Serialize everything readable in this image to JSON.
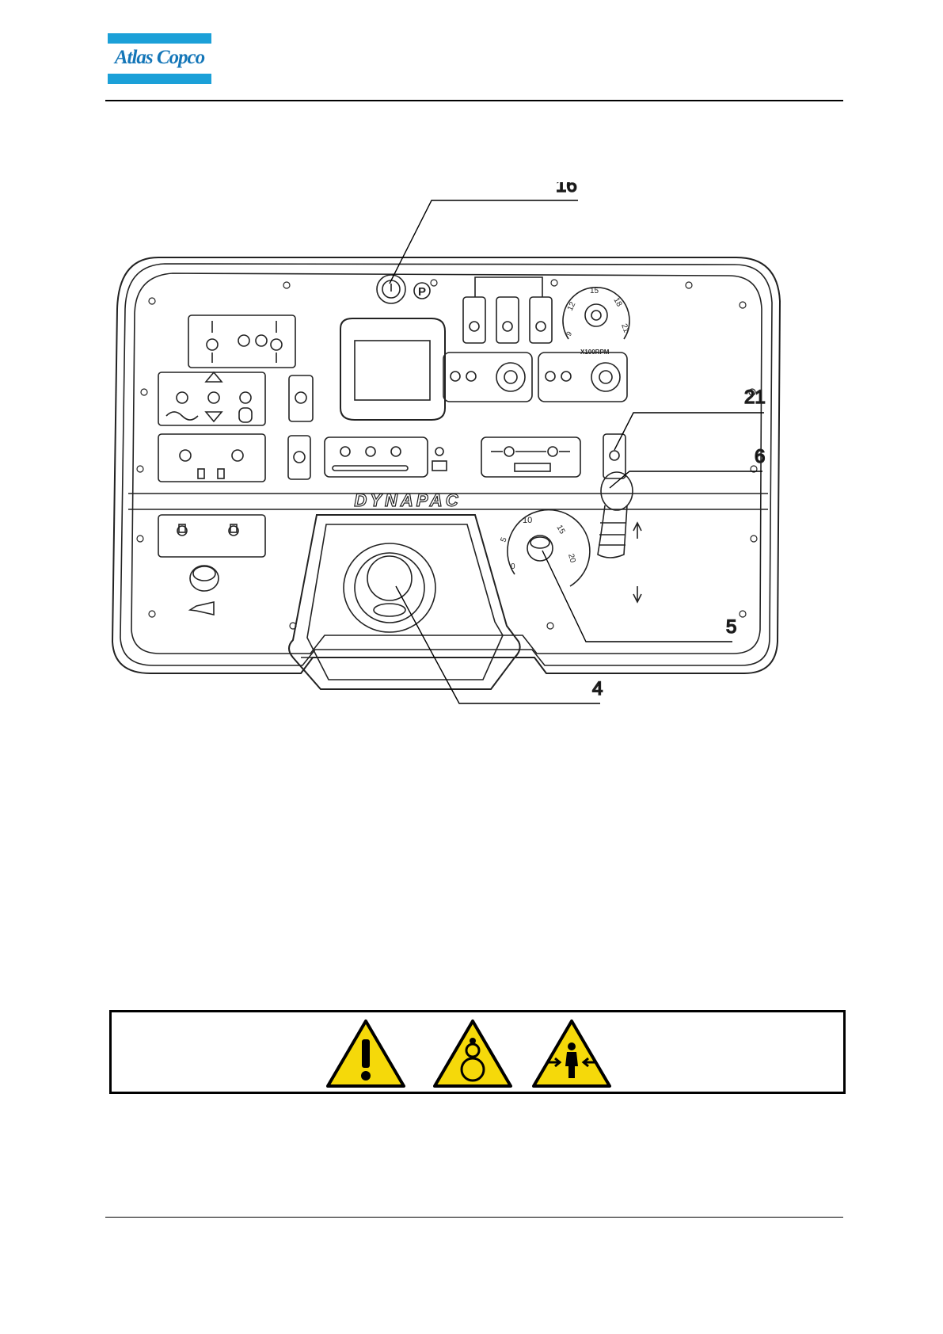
{
  "header": {
    "brand": "Atlas Copco"
  },
  "panel": {
    "brand_label": "DYNAPAC",
    "park_symbol": "P",
    "rpm_scale": [
      "9",
      "12",
      "15",
      "18",
      "21"
    ],
    "rpm_unit": "X100RPM",
    "speed_scale": [
      "0",
      "5",
      "10",
      "15",
      "20"
    ]
  },
  "callouts": [
    "16",
    "21",
    "6",
    "5",
    "4"
  ],
  "warnings": {
    "icons": [
      "general-warning-icon",
      "rotating-parts-warning-icon",
      "crush-hazard-warning-icon"
    ],
    "color": "#f5d90a"
  }
}
